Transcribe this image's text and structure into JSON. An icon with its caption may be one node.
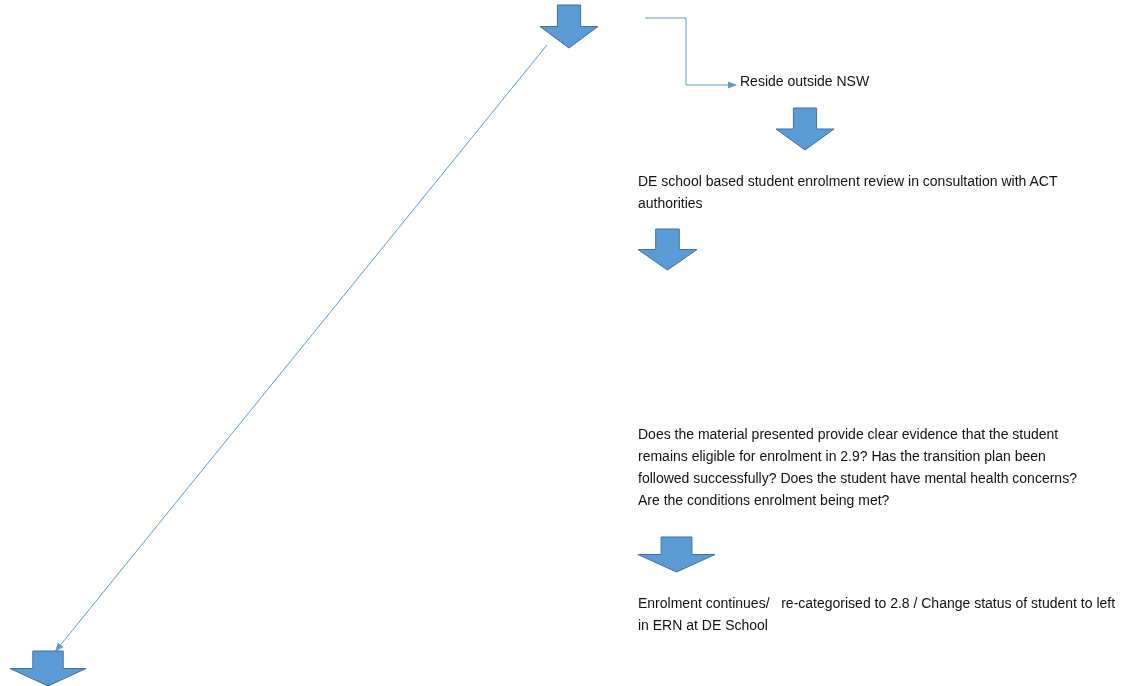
{
  "diagram": {
    "nodes": [
      {
        "text": [],
        "shape": "arrow"
      },
      {
        "text": [
          "Reside outside NSW"
        ]
      },
      {
        "text": [
          "DE school based student enrolment review in consultation with ACT authorities"
        ]
      },
      {
        "text": [
          "Does the material presented provide clear evidence that the student remains eligible for enrolment in 2.9? Has the transition plan been followed successfully? Does the student have mental health concerns? Are the conditions enrolment being met?"
        ]
      },
      {
        "text": [
          "Enrolment continues/   re-categorised to 2.8 / Change status of student to left in ERN at DE School"
        ]
      },
      {
        "text": [],
        "shape": "arrow"
      }
    ],
    "edges": [
      {
        "from": null,
        "to": 1,
        "arrow": "to"
      },
      {
        "from": 1,
        "to": 2,
        "arrow": "to",
        "style": "thick"
      },
      {
        "from": 2,
        "to": null,
        "arrow": "to",
        "style": "thick"
      },
      {
        "from": 3,
        "to": 4,
        "arrow": "to",
        "style": "thick"
      },
      {
        "from": 0,
        "to": 5,
        "arrow": "to"
      }
    ]
  }
}
